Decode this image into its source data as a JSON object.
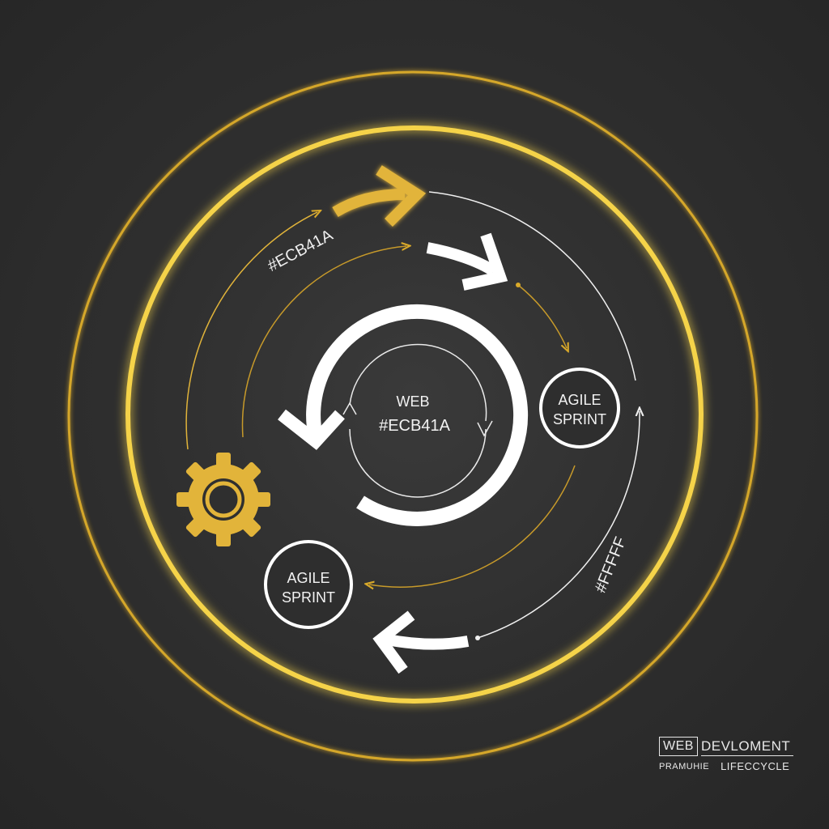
{
  "colors": {
    "background": "#2b2b2b",
    "gold": "#ecb41a",
    "white": "#ffffff"
  },
  "labels": {
    "hex_gold_arc": "#ECB41A",
    "hex_white_arc": "#FFFFF",
    "center_line1": "WEB",
    "center_line2": "#ECB41A",
    "sprint_right_line1": "AGILE",
    "sprint_right_line2": "SPRINT",
    "sprint_left_line1": "AGILE",
    "sprint_left_line2": "SPRINT"
  },
  "brand": {
    "boxed": "WEB",
    "title": "DEVLOMENT",
    "sub1": "PRAMUHIE",
    "sub2": "LIFECCYCLE"
  },
  "icons": [
    "gear-icon",
    "arrow-right-gold-icon",
    "arrow-right-white-icon",
    "arrow-left-white-icon",
    "cycle-icon"
  ]
}
